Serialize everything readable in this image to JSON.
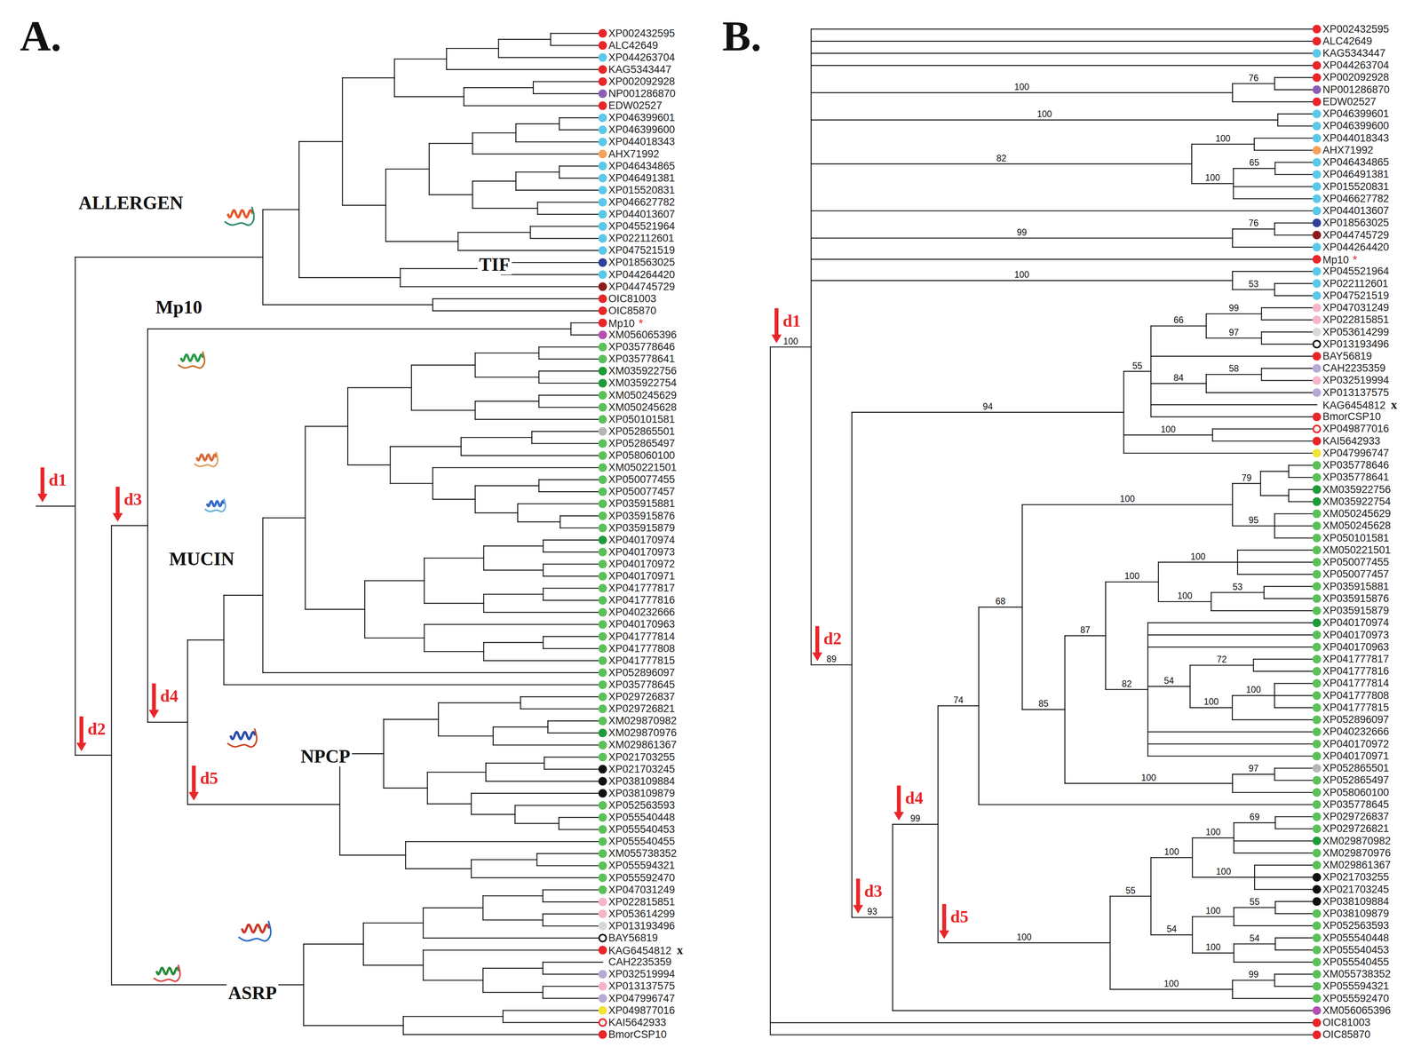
{
  "diagram": {
    "labels": [
      "A.",
      "B.",
      "ALLERGEN",
      "TIF",
      "Mp10",
      "MUCIN",
      "NPCP",
      "ASRP",
      "d1",
      "d2",
      "d3",
      "d4",
      "d5",
      "XP002432595",
      "ALC42649",
      "XP044263704",
      "KAG5343447",
      "XP002092928",
      "NP001286870",
      "EDW02527",
      "XP046399601",
      "XP046399600",
      "XP044018343",
      "AHX71992",
      "XP046434865",
      "XP046491381",
      "XP015520831",
      "XP046627782",
      "XP044013607",
      "XP045521964",
      "XP022112601",
      "XP047521519",
      "XP018563025",
      "XP044264420",
      "XP044745729",
      "OIC81003",
      "OIC85870",
      "Mp10",
      "XM056065396",
      "XP035778646",
      "XP035778641",
      "XM035922756",
      "XM035922754",
      "XM050245629",
      "XM050245628",
      "XP050101581",
      "XP052865501",
      "XP052865497",
      "XP058060100",
      "XM050221501",
      "XP050077455",
      "XP050077457",
      "XP035915881",
      "XP035915876",
      "XP035915879",
      "XP040170974",
      "XP040170973",
      "XP040170972",
      "XP040170971",
      "XP041777817",
      "XP041777816",
      "XP040232666",
      "XP040170963",
      "XP041777814",
      "XP041777808",
      "XP041777815",
      "XP052896097",
      "XP035778645",
      "XP029726837",
      "XP029726821",
      "XM029870982",
      "XM029870976",
      "XM029861367",
      "XP021703255",
      "XP021703245",
      "XP038109884",
      "XP038109879",
      "XP052563593",
      "XP055540448",
      "XP055540453",
      "XP055540455",
      "XM055738352",
      "XP055594321",
      "XP055592470",
      "XP047031249",
      "XP022815851",
      "XP053614299",
      "XP013193496",
      "BAY56819",
      "KAG6454812",
      "CAH2235359",
      "XP032519994",
      "XP013137575",
      "XP047996747",
      "XP049877016",
      "KAI5642933",
      "BmorCSP10",
      "*",
      "x",
      "d1",
      "d2",
      "d3",
      "d4",
      "d5",
      "XP002432595",
      "ALC42649",
      "KAG5343447",
      "XP044263704",
      "XP002092928",
      "NP001286870",
      "EDW02527",
      "XP046399601",
      "XP046399600",
      "XP044018343",
      "AHX71992",
      "XP046434865",
      "XP046491381",
      "XP015520831",
      "XP046627782",
      "XP044013607",
      "XP018563025",
      "XP044745729",
      "XP044264420",
      "Mp10",
      "XP045521964",
      "XP022112601",
      "XP047521519",
      "XP047031249",
      "XP022815851",
      "XP053614299",
      "XP013193496",
      "BAY56819",
      "CAH2235359",
      "XP032519994",
      "XP013137575",
      "KAG6454812",
      "BmorCSP10",
      "XP049877016",
      "KAI5642933",
      "XP047996747",
      "XP035778646",
      "XP035778641",
      "XM035922756",
      "XM035922754",
      "XM050245629",
      "XM050245628",
      "XP050101581",
      "XM050221501",
      "XP050077455",
      "XP050077457",
      "XP035915881",
      "XP035915876",
      "XP035915879",
      "XP040170974",
      "XP040170973",
      "XP040170963",
      "XP041777817",
      "XP041777816",
      "XP041777814",
      "XP041777808",
      "XP041777815",
      "XP052896097",
      "XP040232666",
      "XP040170972",
      "XP040170971",
      "XP052865501",
      "XP052865497",
      "XP058060100",
      "XP035778645",
      "XP029726837",
      "XP029726821",
      "XM029870982",
      "XM029870976",
      "XM029861367",
      "XP021703255",
      "XP021703245",
      "XP038109884",
      "XP038109879",
      "XP052563593",
      "XP055540448",
      "XP055540453",
      "XP055540455",
      "XM055738352",
      "XP055594321",
      "XP055592470",
      "XM056065396",
      "OIC81003",
      "OIC85870",
      "*",
      "x",
      "100",
      "100",
      "76",
      "100",
      "82",
      "100",
      "100",
      "65",
      "99",
      "76",
      "100",
      "53",
      "89",
      "94",
      "55",
      "66",
      "99",
      "97",
      "84",
      "58",
      "100",
      "93",
      "99",
      "74",
      "68",
      "100",
      "79",
      "95",
      "85",
      "87",
      "100",
      "100",
      "100",
      "53",
      "82",
      "54",
      "72",
      "100",
      "100",
      "100",
      "97",
      "100",
      "55",
      "100",
      "100",
      "69",
      "100",
      "54",
      "100",
      "55",
      "100",
      "54",
      "100",
      "99"
    ]
  }
}
